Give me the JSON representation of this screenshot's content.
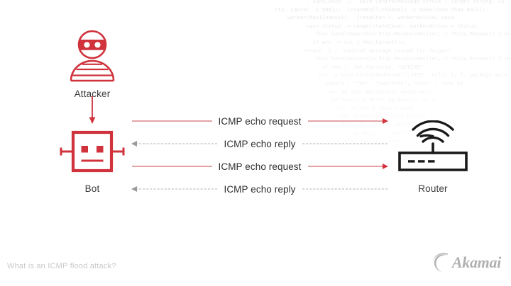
{
  "page": {
    "title": "What is an ICMP flood attack?",
    "background": "#ffffff",
    "accent_red": "#d0333c",
    "line_red": "#c8494f",
    "line_gray": "#b0b0b0",
    "label_color": "#2f2f2f",
    "footer_color": "#c9c9c9"
  },
  "nodes": [
    {
      "id": "attacker",
      "label": "Attacker",
      "icon": "attacker-masked-person-icon",
      "color": "#d0333c"
    },
    {
      "id": "bot",
      "label": "Bot",
      "icon": "robot-face-icon",
      "color": "#d0333c"
    },
    {
      "id": "router",
      "label": "Router",
      "icon": "wifi-router-icon",
      "color": "#1a1a1a"
    }
  ],
  "flows": [
    {
      "label": "ICMP echo request",
      "direction": "right",
      "style": "solid",
      "color": "#c8494f"
    },
    {
      "label": "ICMP echo reply",
      "direction": "left",
      "style": "dashed",
      "color": "#b0b0b0"
    },
    {
      "label": "ICMP echo request",
      "direction": "right",
      "style": "solid",
      "color": "#c8494f"
    },
    {
      "label": "ICMP echo reply",
      "direction": "left",
      "style": "dashed",
      "color": "#b0b0b0"
    }
  ],
  "control_arrow": {
    "from": "attacker",
    "to": "bot",
    "direction": "down",
    "color": "#d0333c"
  },
  "footer": {
    "caption": "What is an ICMP flood attack?",
    "brand": "Akamai"
  },
  "background_code": {
    "language": "go",
    "lines": [
      "                    sync.Once  //  wire ControlMessage struct { Target string; Co",
      "        ctx, cancel := 500});  (stateFull(Channel) := make(chan chan bool);",
      "            workerChan(Channel)   {respChan <- workerActive; case",
      "                  case status := range(stateChan): workerActive = status;",
      "                     func handleSearch(w http.ResponseWriter, r *http.Request) { hostTo",
      "                    if err != nil { fmt.Fprintf(w,",
      "                 return  } ; \"Control message issued for Target\"",
      "                     func handleStatus(w http.ResponseWriter, r *http.Request) { reqChan",
      "                       if !ok {  fmt.Fprint(w, \"ACTIVE\"",
      "                      err := http.ListenAndServe(\":1337\", nil); }; }; package main",
      "                        import ( \"fmt\"; \"net/http\"; \"sync\" ) func ma",
      "                         var wg sync.WaitGroup; workerActi",
      "                          go func() { defer wg.Done(); <- s",
      "                           }(); select { case <-done:",
      "                            time.Sleep(100 * time.Millis",
      "                             default: runtime.Gosch",
      "                              }; wg.Wait(); close(",
      "                               log.Println(\"done\")"
    ]
  }
}
